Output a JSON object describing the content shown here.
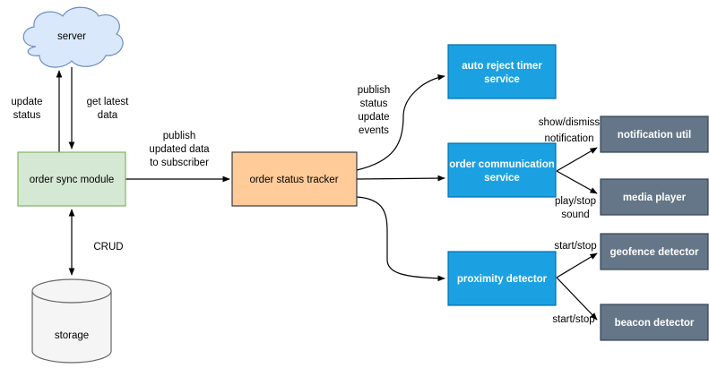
{
  "nodes": {
    "server": {
      "label": "server",
      "fill": "#dae8fc",
      "stroke": "#6c8ebf"
    },
    "order_sync_module": {
      "label": "order sync module",
      "fill": "#d5e8d4",
      "stroke": "#82b366"
    },
    "storage": {
      "label": "storage",
      "fill": "#f5f5f5",
      "stroke": "#666666"
    },
    "order_status_tracker": {
      "label": "order status tracker",
      "fill": "#ffcc99",
      "stroke": "#36393d"
    },
    "auto_reject_timer": {
      "label_line1": "auto reject timer",
      "label_line2": "service",
      "fill": "#1ba1e2",
      "stroke": "#006eaf"
    },
    "order_communication": {
      "label_line1": "order communication",
      "label_line2": "service",
      "fill": "#1ba1e2",
      "stroke": "#006eaf"
    },
    "proximity_detector": {
      "label": "proximity detector",
      "fill": "#1ba1e2",
      "stroke": "#006eaf"
    },
    "notification_util": {
      "label": "notification util",
      "fill": "#647687",
      "stroke": "#314354"
    },
    "media_player": {
      "label": "media player",
      "fill": "#647687",
      "stroke": "#314354"
    },
    "geofence_detector": {
      "label": "geofence detector",
      "fill": "#647687",
      "stroke": "#314354"
    },
    "beacon_detector": {
      "label": "beacon detector",
      "fill": "#647687",
      "stroke": "#314354"
    }
  },
  "edge_labels": {
    "update_status": [
      "update",
      "status"
    ],
    "get_latest_data": [
      "get latest",
      "data"
    ],
    "crud": [
      "CRUD"
    ],
    "publish_to_subscriber": [
      "publish",
      "updated data",
      "to subscriber"
    ],
    "publish_status_events": [
      "publish",
      "status",
      "update",
      "events"
    ],
    "show_dismiss": [
      "show/dismiss",
      "notification"
    ],
    "play_stop": [
      "play/stop",
      "sound"
    ],
    "start_stop_geofence": [
      "start/stop"
    ],
    "start_stop_beacon": [
      "start/stop"
    ]
  }
}
